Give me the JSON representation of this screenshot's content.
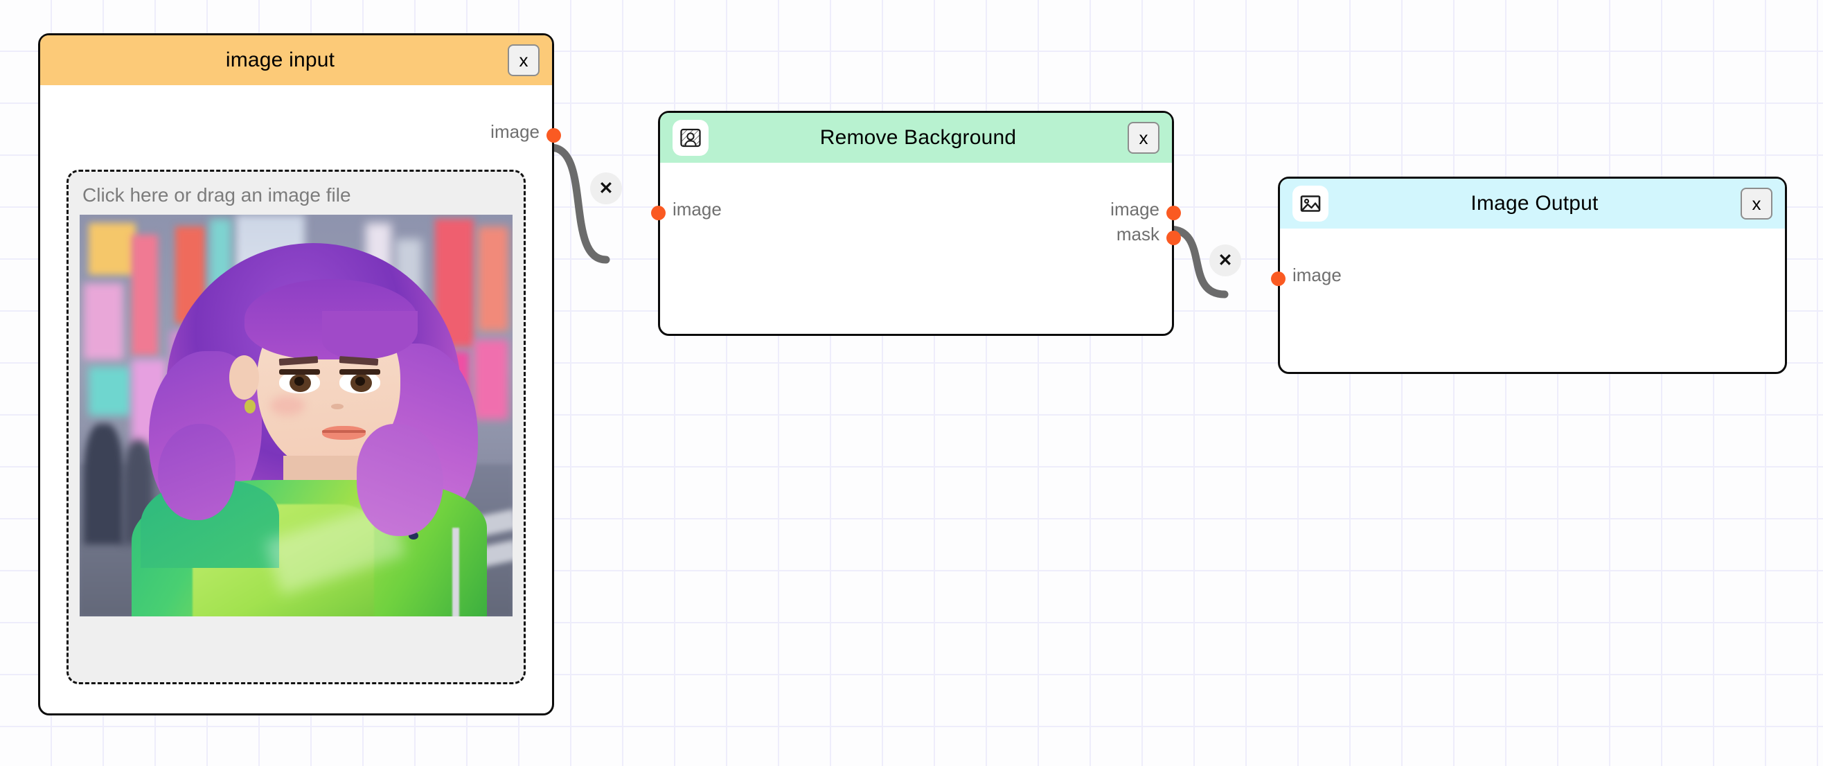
{
  "canvas": {
    "grid_color": "#eeedfb",
    "background_color": "#fdfdfe",
    "grid_size": 75
  },
  "theme": {
    "port_color": "#fa5a22",
    "edge_color": "#6b6b6b",
    "node_border": "#0b0b0b",
    "input_header_color": "#fcca78",
    "process_header_color": "#b8f2d0",
    "output_header_color": "#d2f6fd"
  },
  "nodes": [
    {
      "id": "image-input",
      "title": "image input",
      "header_color": "#fcca78",
      "close_label": "x",
      "icon": null,
      "inputs": [],
      "outputs": [
        {
          "label": "image"
        }
      ],
      "dropzone": {
        "label": "Click here or drag an image file",
        "has_image": true
      }
    },
    {
      "id": "remove-background",
      "title": "Remove Background",
      "header_color": "#b8f2d0",
      "close_label": "x",
      "icon": "remove-background-icon",
      "inputs": [
        {
          "label": "image"
        }
      ],
      "outputs": [
        {
          "label": "image"
        },
        {
          "label": "mask"
        }
      ]
    },
    {
      "id": "image-output",
      "title": "Image Output",
      "header_color": "#d2f6fd",
      "close_label": "x",
      "icon": "picture-icon",
      "inputs": [
        {
          "label": "image"
        }
      ],
      "outputs": []
    }
  ],
  "edges": [
    {
      "id": "edge-1",
      "from": "image-input.image",
      "to": "remove-background.image",
      "delete_label": "✕"
    },
    {
      "id": "edge-2",
      "from": "remove-background.image",
      "to": "image-output.image",
      "delete_label": "✕"
    }
  ]
}
